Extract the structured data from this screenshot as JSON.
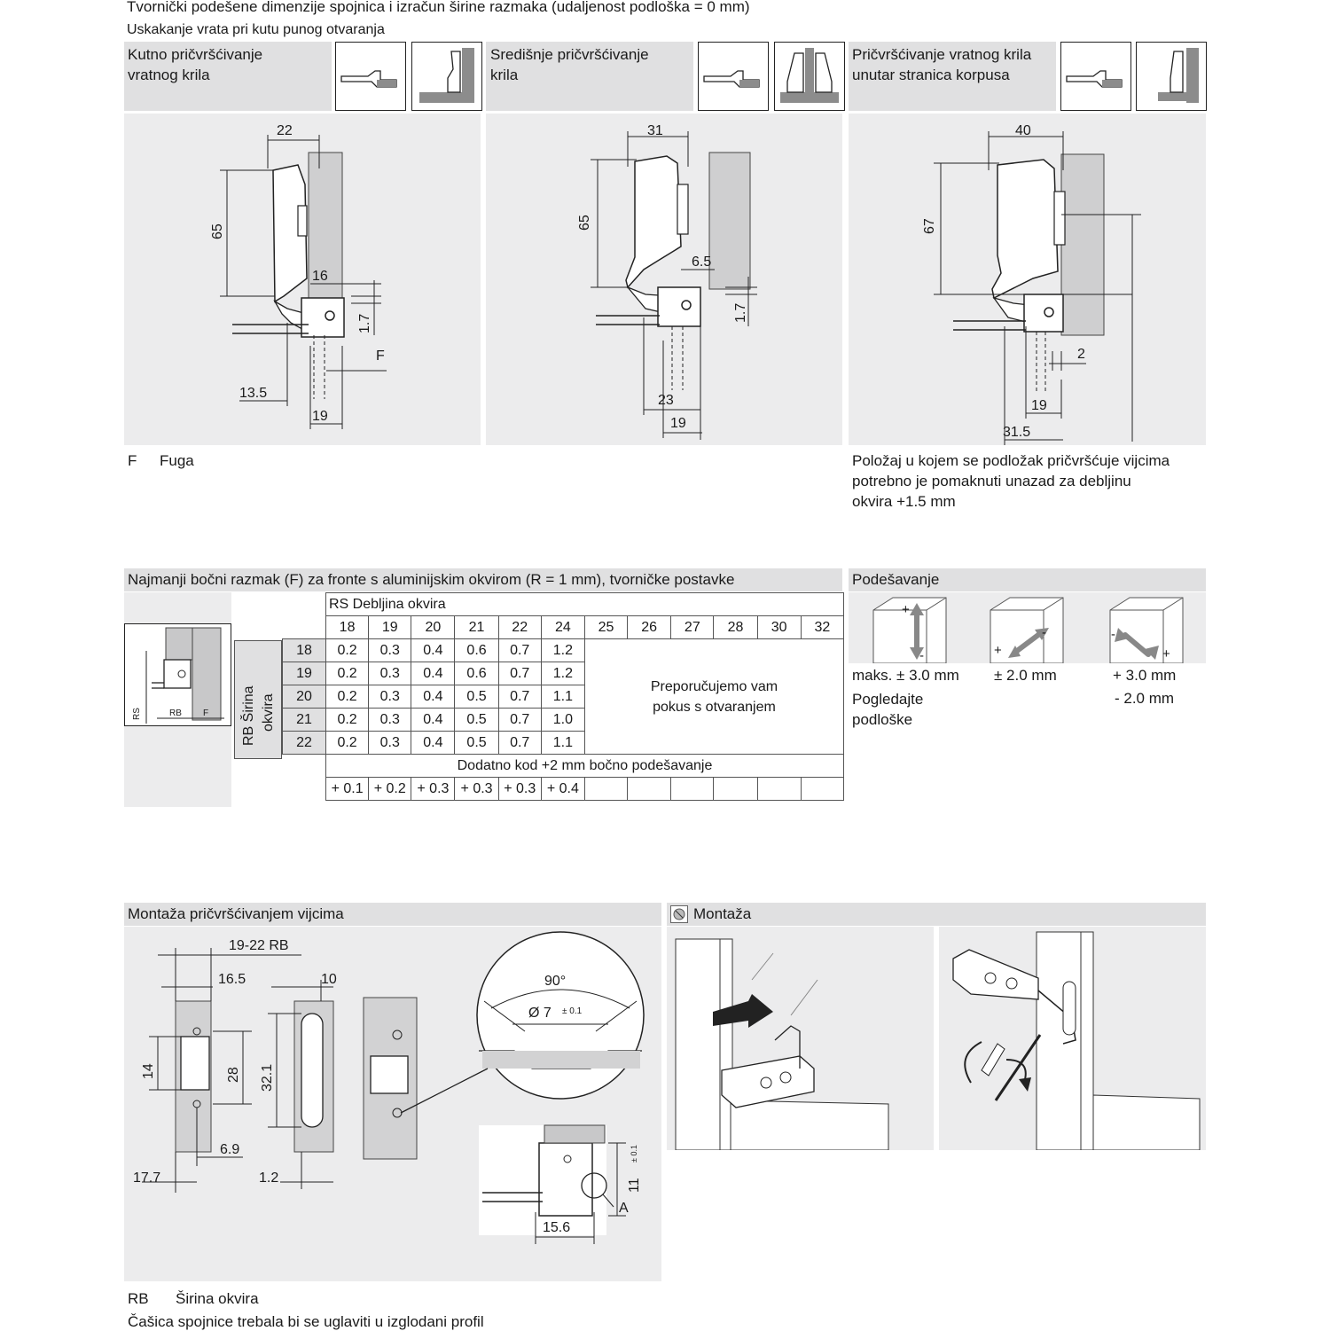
{
  "title_line1": "Tvornički podešene dimenzije spojnica i izračun širine razmaka (udaljenost podloška = 0 mm)",
  "title_line2": "Uskakanje vrata pri kutu punog otvaranja",
  "variants": [
    {
      "label1": "Kutno pričvršćivanje",
      "label2": "vratnog krila"
    },
    {
      "label1": "Središnje pričvršćivanje",
      "label2": "krila"
    },
    {
      "label1": "Pričvršćivanje vratnog krila",
      "label2": "unutar stranica korpusa"
    }
  ],
  "diag1": {
    "w": "22",
    "h": "65",
    "a": "16",
    "b": "1.7",
    "f": "F",
    "c": "13.5",
    "d": "19"
  },
  "diag2": {
    "w": "31",
    "h": "65",
    "a": "6.5",
    "b": "1.7",
    "c": "23",
    "d": "19"
  },
  "diag3": {
    "w": "40",
    "h": "67",
    "a": "2",
    "c": "19",
    "d": "31.5"
  },
  "legend_f_key": "F",
  "legend_f_val": "Fuga",
  "note3_l1": "Položaj u kojem se podložak pričvršćuje vijcima",
  "note3_l2": "potrebno je pomaknuti unazad za debljinu",
  "note3_l3": "okvira +1.5 mm",
  "table": {
    "header": "Najmanji bočni razmak (F) za fronte s aluminijskim okvirom (R = 1 mm), tvorničke postavke",
    "col_title": "RS Debljina okvira",
    "row_title1": "RB Širina",
    "row_title2": "okvira",
    "cols": [
      "18",
      "19",
      "20",
      "21",
      "22",
      "24",
      "25",
      "26",
      "27",
      "28",
      "30",
      "32"
    ],
    "rows": [
      {
        "rb": "18",
        "v": [
          "0.2",
          "0.3",
          "0.4",
          "0.6",
          "0.7",
          "1.2"
        ]
      },
      {
        "rb": "19",
        "v": [
          "0.2",
          "0.3",
          "0.4",
          "0.6",
          "0.7",
          "1.2"
        ]
      },
      {
        "rb": "20",
        "v": [
          "0.2",
          "0.3",
          "0.4",
          "0.5",
          "0.7",
          "1.1"
        ]
      },
      {
        "rb": "21",
        "v": [
          "0.2",
          "0.3",
          "0.4",
          "0.5",
          "0.7",
          "1.0"
        ]
      },
      {
        "rb": "22",
        "v": [
          "0.2",
          "0.3",
          "0.4",
          "0.5",
          "0.7",
          "1.1"
        ]
      }
    ],
    "recommend1": "Preporučujemo vam",
    "recommend2": "pokus s otvaranjem",
    "extra_title": "Dodatno kod +2 mm bočno podešavanje",
    "extra": [
      "+ 0.1",
      "+ 0.2",
      "+ 0.3",
      "+ 0.3",
      "+ 0.3",
      "+ 0.4"
    ],
    "mini_rs": "RS",
    "mini_rb": "RB",
    "mini_f": "F"
  },
  "adjust": {
    "header": "Podešavanje",
    "v1": "maks. ± 3.0 mm",
    "v2": "± 2.0 mm",
    "v3a": "+ 3.0 mm",
    "v3b": "- 2.0 mm",
    "note1": "Pogledajte",
    "note2": "podloške",
    "plus": "+",
    "minus": "-"
  },
  "mount": {
    "header": "Montaža pričvršćivanjem vijcima",
    "d_rb": "19-22 RB",
    "d_165": "16.5",
    "d_10": "10",
    "d_14": "14",
    "d_28": "28",
    "d_321": "32.1",
    "d_69": "6.9",
    "d_177": "17.7",
    "d_12": "1.2",
    "angle": "90°",
    "dia": "Ø 7",
    "tol": "± 0.1",
    "d_11": "11",
    "d_156": "15.6",
    "label_a": "A",
    "legend_rb_key": "RB",
    "legend_rb_val": "Širina okvira",
    "footer": "Čašica spojnice trebala bi se uglaviti u izglodani profil"
  },
  "assembly": {
    "header": "Montaža"
  }
}
